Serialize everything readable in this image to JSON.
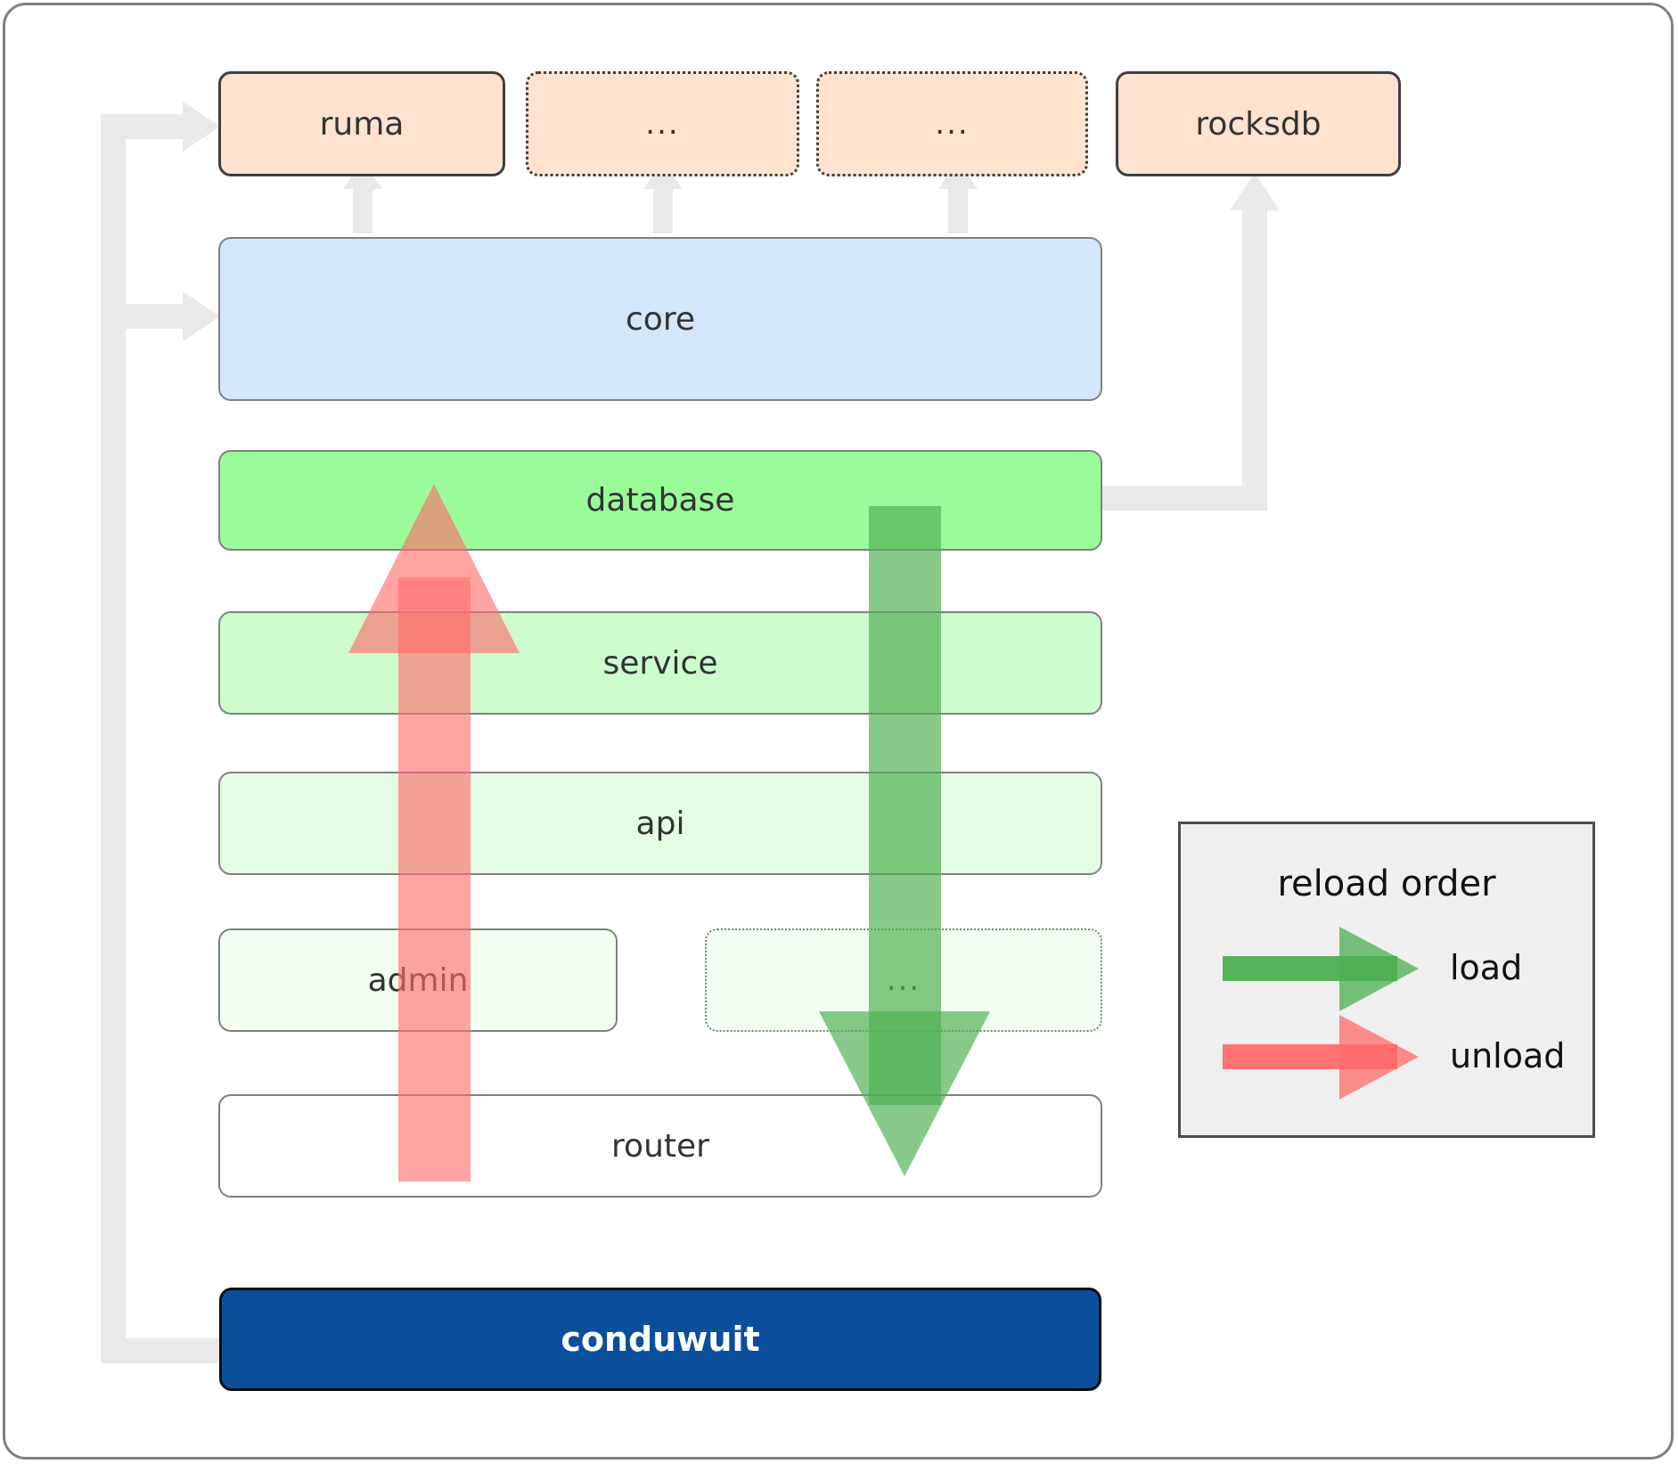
{
  "diagram": {
    "title": "conduwuit crate dependency / reload order diagram",
    "colors": {
      "frame_border": "#808080",
      "peach_fill": "#FFE2CF",
      "blue_fill": "#D4E6FA",
      "green_database": "#9BFB9B",
      "green_service": "#CDFBCD",
      "green_api": "#E3FCE3",
      "green_admin": "#F1FEF1",
      "white_router": "#FFFFFF",
      "conduwuit_fill": "#0B4F9B",
      "conduwuit_text": "#FFFFFF",
      "legend_fill": "#EFEFEF",
      "legend_border": "#4D4D4D",
      "load_arrow": "#4CAF50",
      "unload_arrow": "#FF6B6B",
      "connector_gray": "#E9E9E9",
      "box_border_dark": "#3F3F3F",
      "box_border_gray": "#808080",
      "label_text": "#333333"
    },
    "top_row": [
      {
        "label": "ruma",
        "style": "solid"
      },
      {
        "label": "...",
        "style": "dotted"
      },
      {
        "label": "...",
        "style": "dotted"
      },
      {
        "label": "rocksdb",
        "style": "solid"
      }
    ],
    "stack": [
      {
        "label": "core",
        "style": "thin",
        "fill": "blue"
      },
      {
        "label": "database",
        "style": "thin",
        "fill": "green_database"
      },
      {
        "label": "service",
        "style": "thin",
        "fill": "green_service"
      },
      {
        "label": "api",
        "style": "thin",
        "fill": "green_api"
      },
      {
        "label": "admin",
        "style": "thin",
        "fill": "green_admin"
      },
      {
        "label": "...",
        "style": "thindot",
        "fill": "green_admin"
      },
      {
        "label": "router",
        "style": "thin",
        "fill": "white"
      }
    ],
    "root": {
      "label": "conduwuit"
    },
    "legend": {
      "title": "reload order",
      "entries": [
        {
          "label": "load",
          "color": "#4CAF50",
          "direction": "right"
        },
        {
          "label": "unload",
          "color": "#FF6B6B",
          "direction": "right"
        }
      ]
    },
    "flows": {
      "load_direction": "downward",
      "unload_direction": "upward"
    }
  }
}
